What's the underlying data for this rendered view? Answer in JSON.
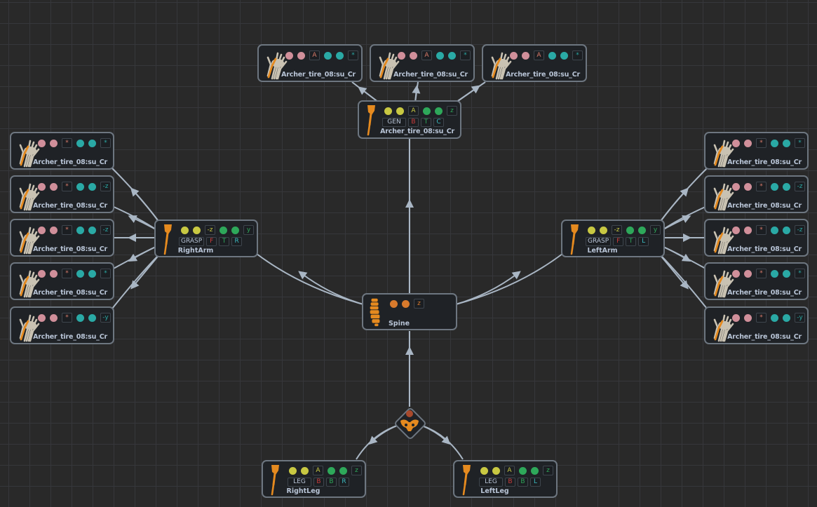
{
  "colors": {
    "background": "#292929",
    "grid": "#36373b",
    "node_bg": "#1f2226",
    "node_border": "#6d7680",
    "edge": "#a9b6c4",
    "pink": "#d08f9a",
    "teal": "#2aa9a5",
    "yellow": "#c8c842",
    "green": "#2ea85a",
    "orange": "#d87a2c",
    "red": "#cc3b3b",
    "cyan": "#3bbcc2",
    "label": "#b8c4d6"
  },
  "hand_nodes": {
    "top": [
      {
        "label": "Archer_tire_08:su_Cr",
        "tag1": "A",
        "tag2": "*"
      },
      {
        "label": "Archer_tire_08:su_Cr",
        "tag1": "A",
        "tag2": "*"
      },
      {
        "label": "Archer_tire_08:su_Cr",
        "tag1": "A",
        "tag2": "*"
      }
    ],
    "left": [
      {
        "label": "Archer_tire_08:su_Cr",
        "tag1": "*",
        "tag2": "*"
      },
      {
        "label": "Archer_tire_08:su_Cr",
        "tag1": "*",
        "tag2": "-z"
      },
      {
        "label": "Archer_tire_08:su_Cr",
        "tag1": "*",
        "tag2": "-z"
      },
      {
        "label": "Archer_tire_08:su_Cr",
        "tag1": "*",
        "tag2": "*"
      },
      {
        "label": "Archer_tire_08:su_Cr",
        "tag1": "*",
        "tag2": "-y"
      }
    ],
    "right": [
      {
        "label": "Archer_tire_08:su_Cr",
        "tag1": "*",
        "tag2": "*"
      },
      {
        "label": "Archer_tire_08:su_Cr",
        "tag1": "*",
        "tag2": "-z"
      },
      {
        "label": "Archer_tire_08:su_Cr",
        "tag1": "*",
        "tag2": "-z"
      },
      {
        "label": "Archer_tire_08:su_Cr",
        "tag1": "*",
        "tag2": "*"
      },
      {
        "label": "Archer_tire_08:su_Cr",
        "tag1": "*",
        "tag2": "-y"
      }
    ]
  },
  "limb_nodes": {
    "head": {
      "label": "Archer_tire_08:su_Cr",
      "tag1": "A",
      "tag2": "z",
      "type": "GEN",
      "flags": [
        "B",
        "T",
        "C"
      ]
    },
    "right_arm": {
      "label": "RightArm",
      "tag1": "-z",
      "tag2": "y",
      "type": "GRASP",
      "flags": [
        "F",
        "T",
        "R"
      ]
    },
    "left_arm": {
      "label": "LeftArm",
      "tag1": "-z",
      "tag2": "y",
      "type": "GRASP",
      "flags": [
        "F",
        "T",
        "L"
      ]
    },
    "right_leg": {
      "label": "RightLeg",
      "tag1": "A",
      "tag2": "z",
      "type": "LEG",
      "flags": [
        "B",
        "B",
        "R"
      ]
    },
    "left_leg": {
      "label": "LeftLeg",
      "tag1": "A",
      "tag2": "z",
      "type": "LEG",
      "flags": [
        "B",
        "B",
        "L"
      ]
    }
  },
  "spine": {
    "label": "Spine",
    "tag": "z"
  },
  "root": {
    "icon": "pelvis-icon"
  }
}
